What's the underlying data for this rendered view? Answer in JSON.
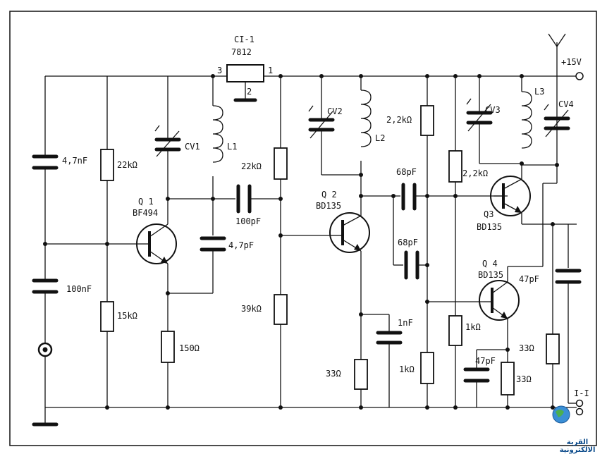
{
  "regulator": {
    "name": "CI-1",
    "part": "7812",
    "pin_in": "3",
    "pin_out": "1",
    "pin_gnd": "2"
  },
  "supply": "+15V",
  "output": "I-I",
  "labels": {
    "c1": "4,7nF",
    "c2": "100nF",
    "r1": "22kΩ",
    "r2": "15kΩ",
    "q1_name": "Q 1",
    "q1_part": "BF494",
    "cv1": "CV1",
    "l1": "L1",
    "c3": "100pF",
    "c4": "4,7pF",
    "r3": "150Ω",
    "r4": "22kΩ",
    "r5": "39kΩ",
    "cv2": "CV2",
    "l2": "L2",
    "q2_name": "Q 2",
    "q2_part": "BD135",
    "r6": "33Ω",
    "c5": "1nF",
    "r7": "2,2kΩ",
    "c6": "68pF",
    "c7": "68pF",
    "r8": "1kΩ",
    "cv3": "CV3",
    "l3": "L3",
    "cv4": "CV4",
    "r9": "2,2kΩ",
    "q3_name": "Q3",
    "q3_part": "BD135",
    "q4_name": "Q 4",
    "q4_part": "BD135",
    "c8": "47pF",
    "r10": "1kΩ",
    "c9": "47pF",
    "r11": "33Ω",
    "r12": "33Ω"
  },
  "watermark": "القرية الالكترونية"
}
